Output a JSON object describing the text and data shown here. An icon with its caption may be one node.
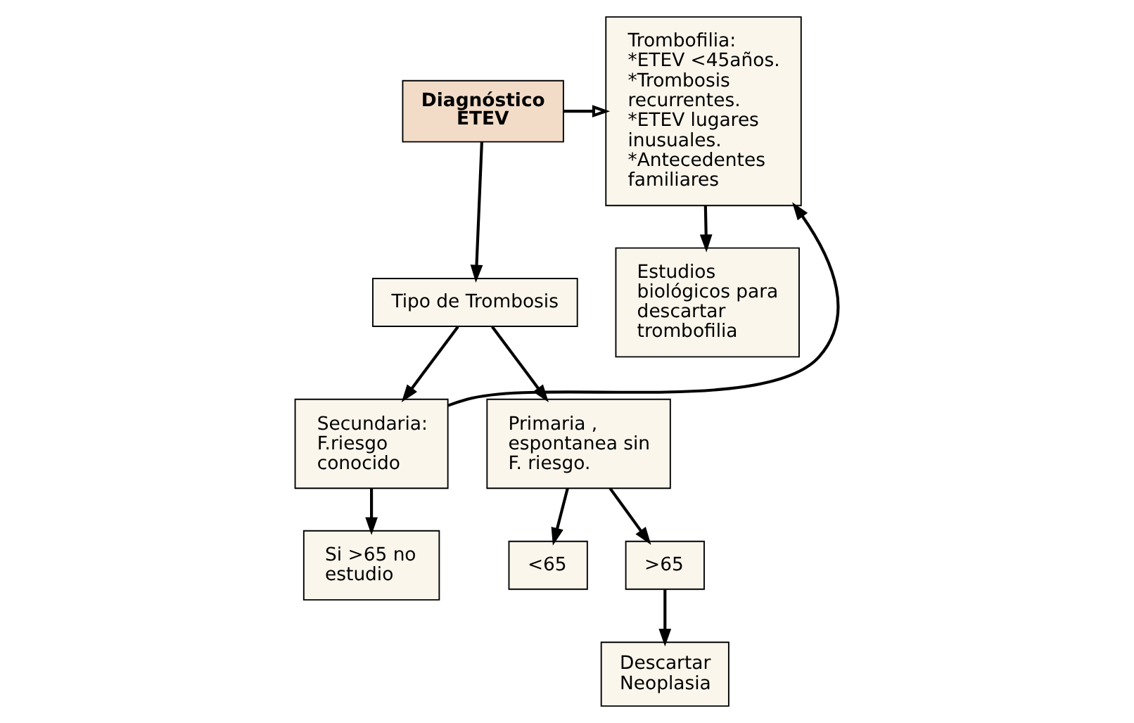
{
  "diagram": {
    "nodes": [
      {
        "text": [
          "Diagnóstico ETEV"
        ]
      },
      {
        "text": [
          "Trombofilia:",
          "*ETEV <45años.",
          "*Trombosis recurrentes.",
          "*ETEV lugares inusuales.",
          "*Antecedentes familiares"
        ]
      },
      {
        "text": [
          "Tipo de Trombosis"
        ]
      },
      {
        "text": [
          "Secundaria: F.riesgo conocido"
        ]
      },
      {
        "text": [
          "Primaria , espontanea sin F. riesgo."
        ]
      },
      {
        "text": [
          "Estudios biológicos para descartar trombofilia"
        ]
      },
      {
        "text": [
          "Si >65 no estudio"
        ]
      },
      {
        "text": [
          "<65"
        ]
      },
      {
        "text": [
          ">65"
        ]
      },
      {
        "text": [
          "Descartar Neoplasia"
        ]
      }
    ],
    "edges": [
      {
        "from": 0,
        "to": 1,
        "arrow": "to"
      },
      {
        "from": 0,
        "to": 2,
        "arrow": "to"
      },
      {
        "from": 2,
        "to": 3,
        "arrow": "to"
      },
      {
        "from": 2,
        "to": 4,
        "arrow": "to"
      },
      {
        "from": 3,
        "to": 1,
        "arrow": "to"
      },
      {
        "from": 1,
        "to": 5,
        "arrow": "to"
      },
      {
        "from": 3,
        "to": 6,
        "arrow": "to"
      },
      {
        "from": 4,
        "to": 7,
        "arrow": "to"
      },
      {
        "from": 4,
        "to": 8,
        "arrow": "to"
      },
      {
        "from": 8,
        "to": 9,
        "arrow": "to"
      }
    ]
  }
}
